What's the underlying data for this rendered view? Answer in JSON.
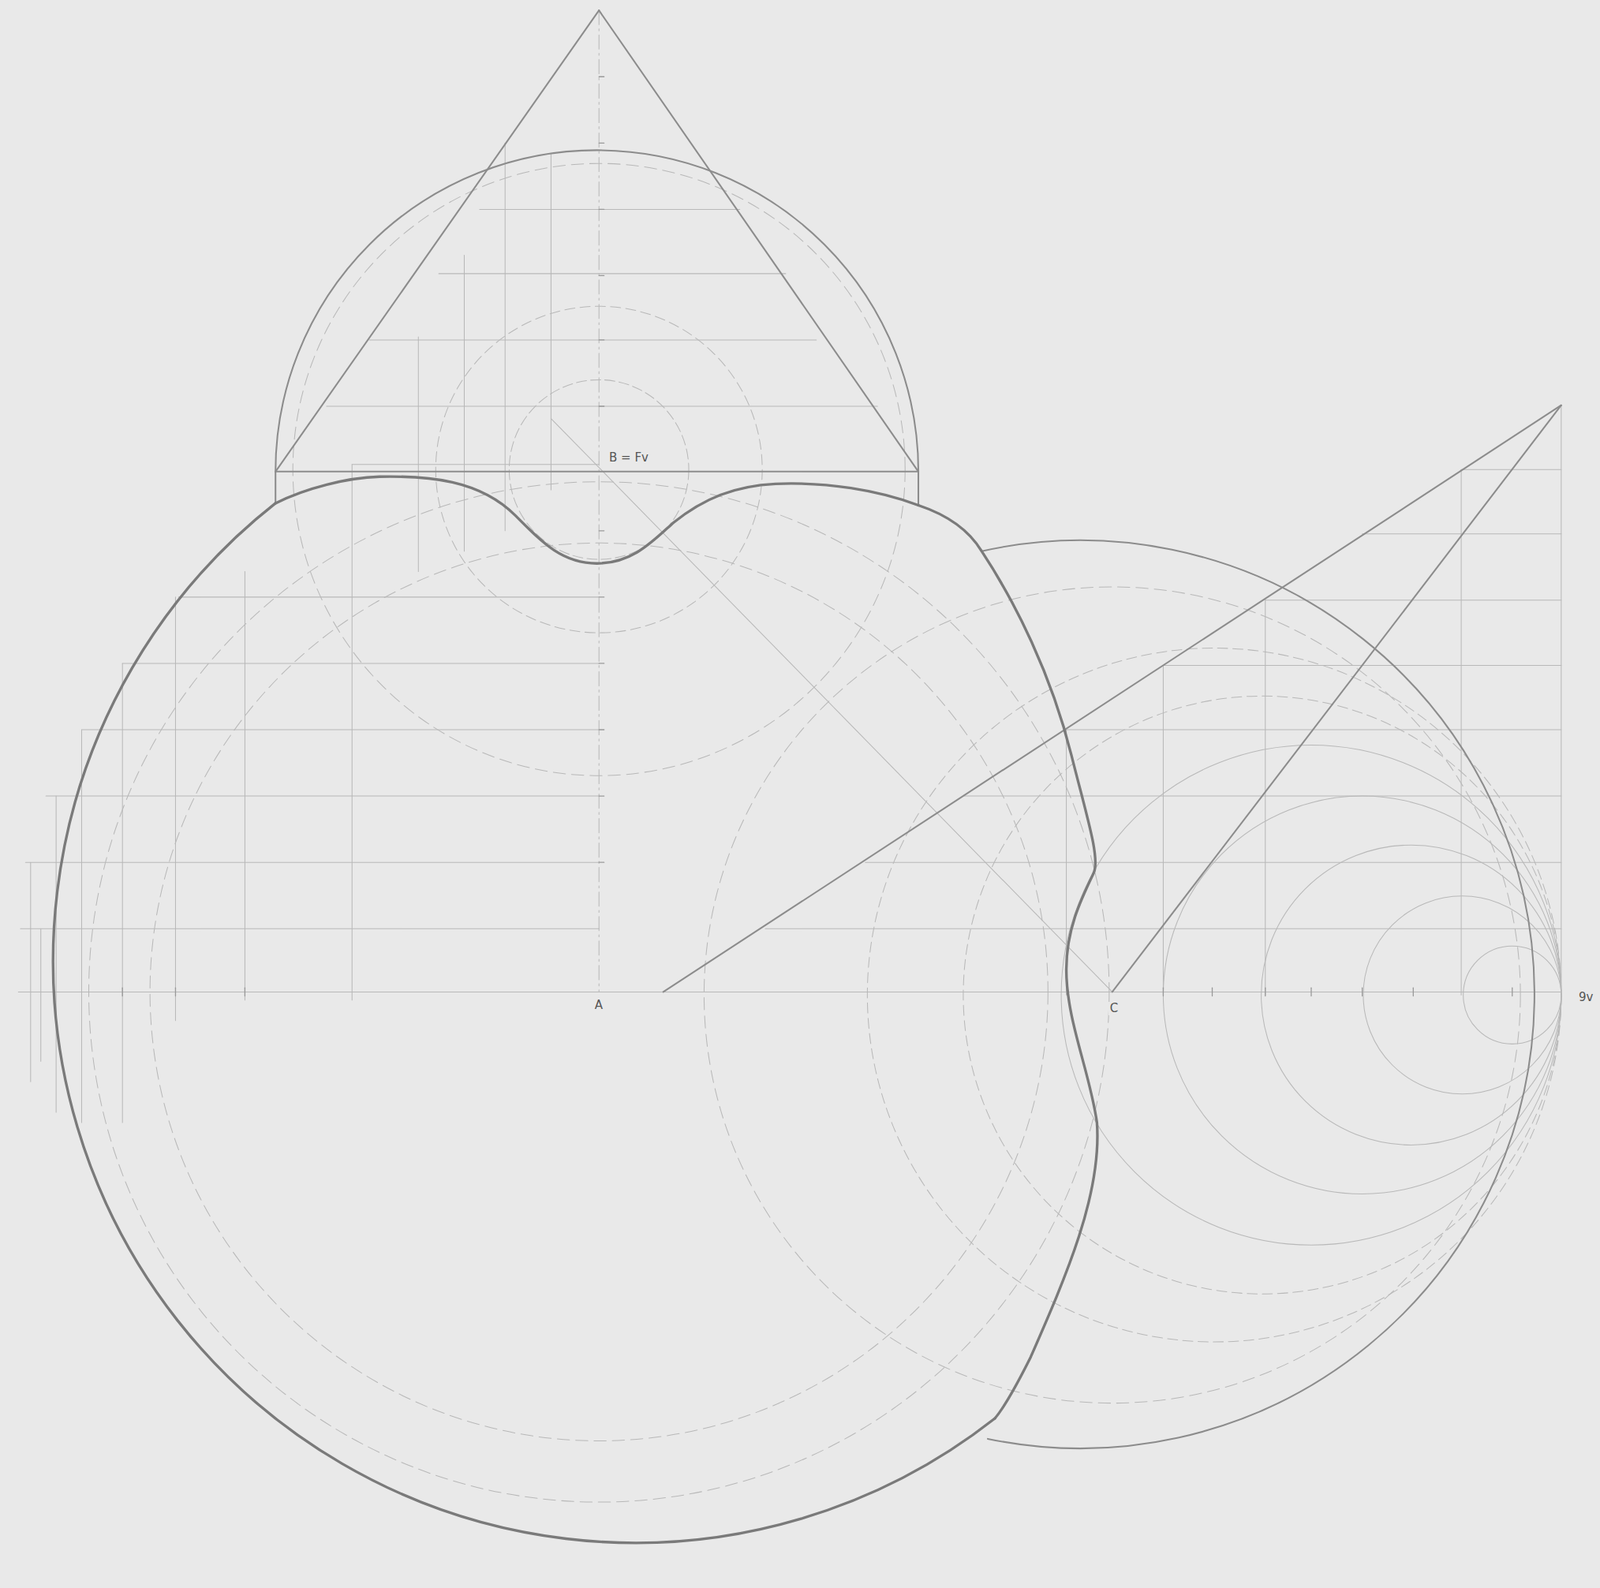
{
  "diagram": {
    "labels": [
      "B = Fv",
      "A",
      "C",
      "9v"
    ]
  }
}
